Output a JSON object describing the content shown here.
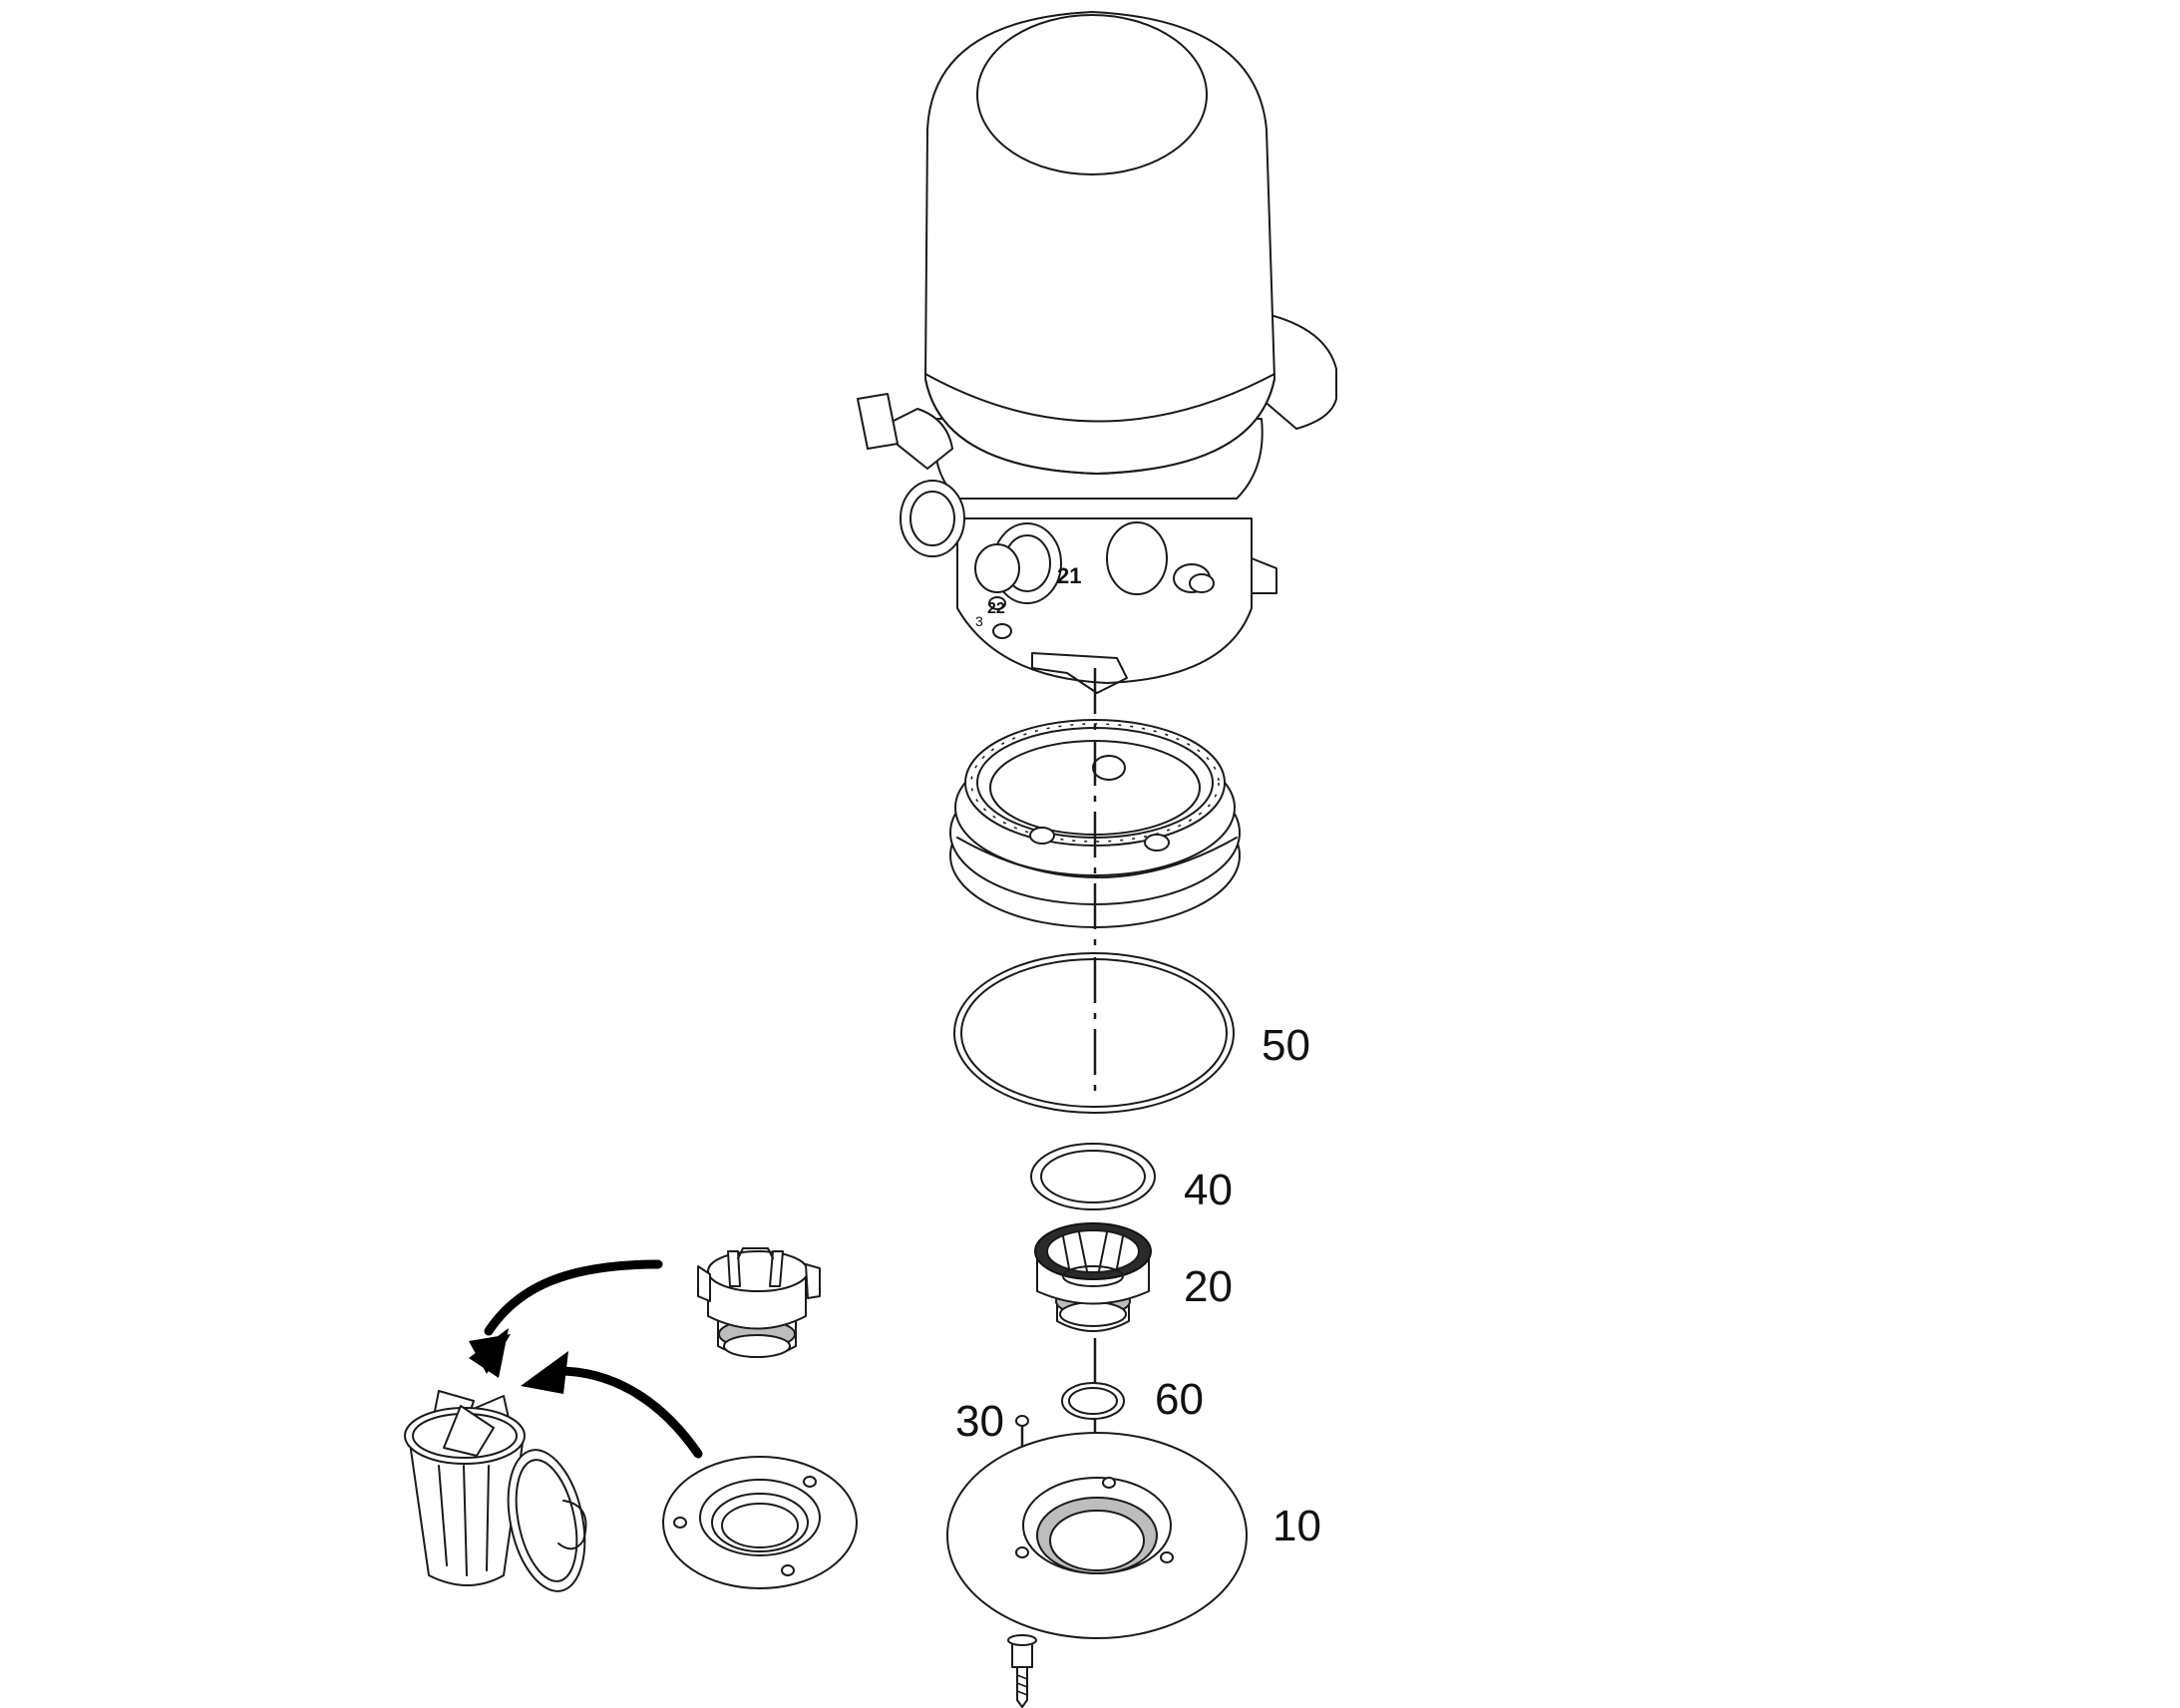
{
  "callouts": [
    {
      "id": "50",
      "label": "50"
    },
    {
      "id": "40",
      "label": "40"
    },
    {
      "id": "20",
      "label": "20"
    },
    {
      "id": "60",
      "label": "60"
    },
    {
      "id": "30",
      "label": "30"
    },
    {
      "id": "10",
      "label": "10"
    }
  ],
  "housing_marks": {
    "port_a": "21",
    "port_b": "22",
    "port_c": "3"
  },
  "colors": {
    "line": "#1a1a1a",
    "arrow": "#000000",
    "background": "#ffffff"
  }
}
